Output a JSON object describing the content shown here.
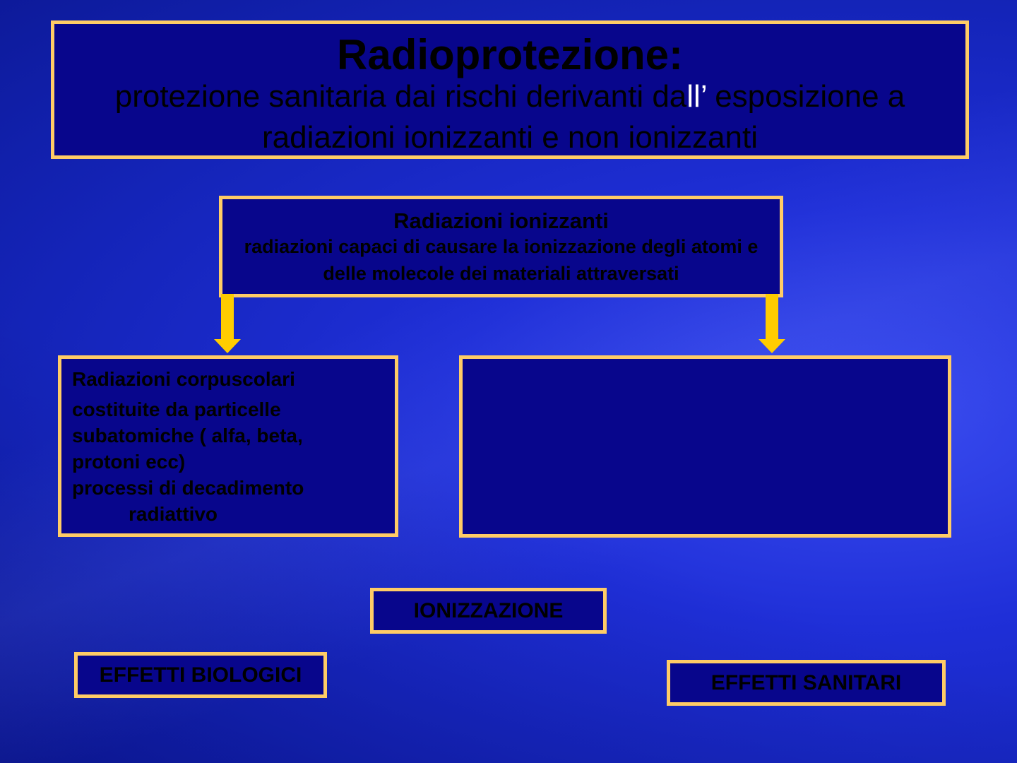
{
  "title": {
    "heading": "Radioprotezione:",
    "subtitle_part1": "protezione sanitaria dai rischi derivanti da",
    "subtitle_highlight": "ll’",
    "subtitle_part2": " esposizione a radiazioni ionizzanti e non ionizzanti"
  },
  "ionizing": {
    "heading": "Radiazioni ionizzanti",
    "description": "radiazioni capaci di causare la ionizzazione degli atomi e delle molecole dei materiali attraversati"
  },
  "corpuscular": {
    "line1": "Radiazioni corpuscolari",
    "line2": "costituite da particelle subatomiche ( alfa, beta, protoni ecc)",
    "line3": "processi di decadimento",
    "line4": "radiattivo"
  },
  "labels": {
    "ionization": "IONIZZAZIONE",
    "biological_effects": "EFFETTI BIOLOGICI",
    "health_effects": "EFFETTI SANITARI"
  },
  "colors": {
    "border": "#ffcc66",
    "arrow": "#ffcc00",
    "box_fill": "#08068c"
  }
}
